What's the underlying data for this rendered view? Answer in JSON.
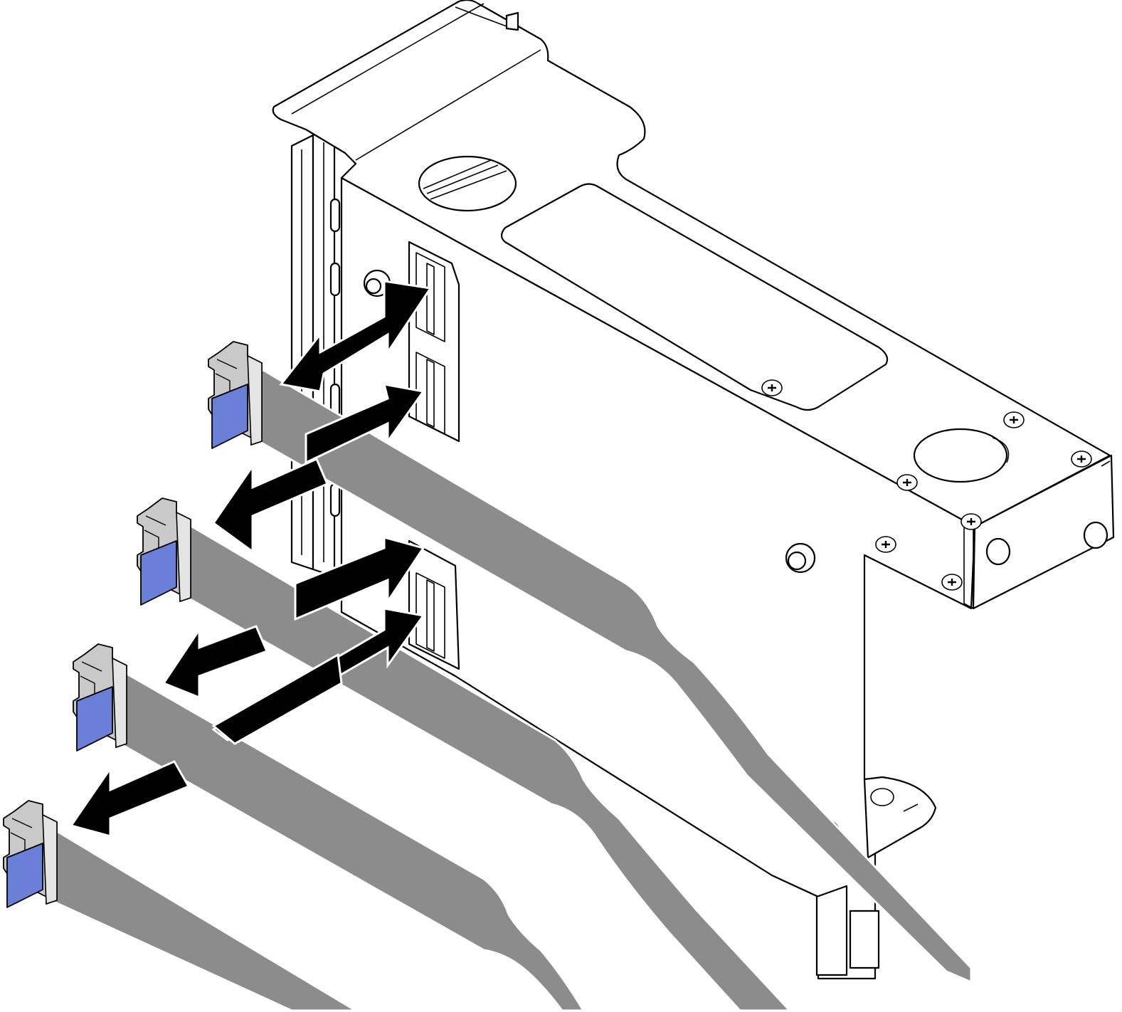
{
  "figure": {
    "subject": "riser-cage-cable-disconnection",
    "colors": {
      "outline": "#000000",
      "background": "#ffffff",
      "cable": "#8c8c8c",
      "connector_body": "#c9c9c9",
      "pull_tab": "#6b7fd7",
      "arrow": "#000000"
    },
    "icons": [
      "riser-cage-icon",
      "cable-connector-icon",
      "pull-tab-icon",
      "direction-arrow-icon",
      "screw-icon"
    ],
    "cable_count": 4,
    "connector_count": 4
  }
}
